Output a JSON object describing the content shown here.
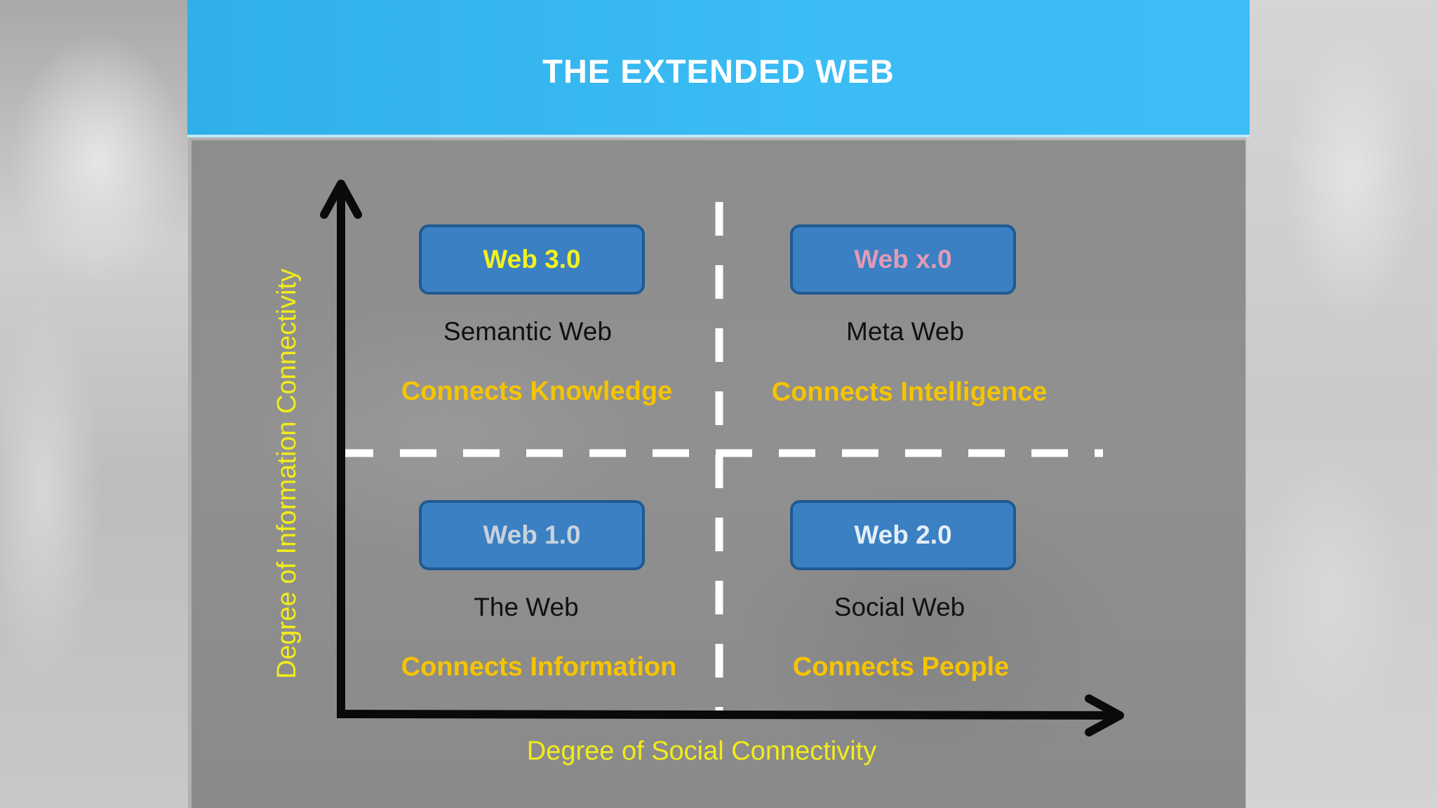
{
  "header": {
    "title": "THE EXTENDED WEB"
  },
  "axes": {
    "y_label": "Degree of Information Connectivity",
    "x_label": "Degree of Social Connectivity"
  },
  "quadrants": {
    "top_left": {
      "box": "Web 3.0",
      "name": "Semantic Web",
      "tagline": "Connects Knowledge",
      "box_text_color": "#f4f11e"
    },
    "top_right": {
      "box": "Web x.0",
      "name": "Meta Web",
      "tagline": "Connects Intelligence",
      "box_text_color": "#e39ab6"
    },
    "bottom_left": {
      "box": "Web 1.0",
      "name": "The Web",
      "tagline": "Connects Information",
      "box_text_color": "#c8d2dc"
    },
    "bottom_right": {
      "box": "Web 2.0",
      "name": "Social Web",
      "tagline": "Connects People",
      "box_text_color": "#e3eef7"
    }
  },
  "colors": {
    "header_blue": "#3bbcf4",
    "box_blue": "#3a80c2",
    "tagline_yellow": "#f5c400",
    "axis_label_yellow": "#f2ec1a"
  }
}
